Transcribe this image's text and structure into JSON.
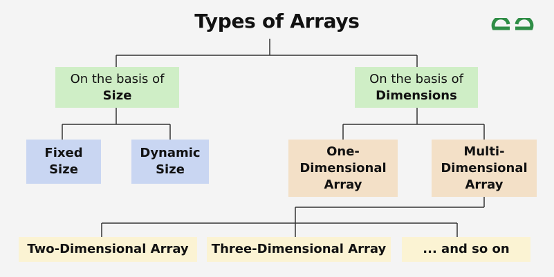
{
  "title": "Types of Arrays",
  "brand": {
    "logo_color": "#2f8d46"
  },
  "colors": {
    "line": "#333333",
    "category": "#cfeec6",
    "size_type": "#c9d6f2",
    "dimension_type": "#f3e0c7",
    "multi_type": "#fbf3d3"
  },
  "nodes": {
    "size_basis": {
      "line1": "On the basis of",
      "line2": "Size"
    },
    "dimension_basis": {
      "line1": "On the basis of",
      "line2": "Dimensions"
    },
    "fixed": {
      "line1": "Fixed",
      "line2": "Size"
    },
    "dynamic": {
      "line1": "Dynamic",
      "line2": "Size"
    },
    "one_dim": {
      "line1": "One-",
      "line2": "Dimensional",
      "line3": "Array"
    },
    "multi_dim": {
      "line1": "Multi-",
      "line2": "Dimensional",
      "line3": "Array"
    },
    "two_dim": {
      "label": "Two-Dimensional Array"
    },
    "three_dim": {
      "label": "Three-Dimensional Array"
    },
    "and_so_on": {
      "label": "... and so on"
    }
  }
}
